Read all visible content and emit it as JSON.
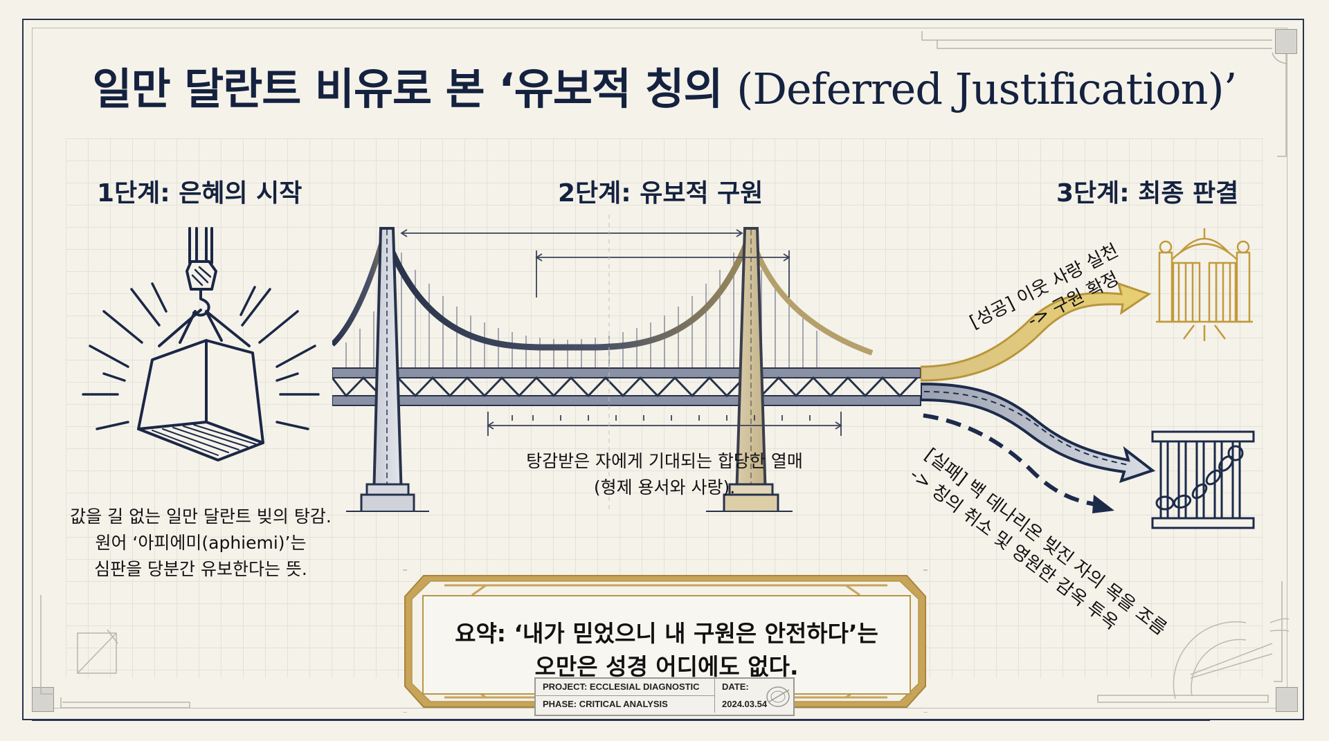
{
  "title": {
    "korean": "일만 달란트 비유로 본 ‘유보적 칭의 ",
    "english": "(Deferred Justification)’"
  },
  "stages": [
    {
      "heading": "1단계: 은혜의 시작",
      "icon": "crane-lifting-block-icon",
      "description": [
        "값을 길 없는 일만 달란트 빚의 탕감.",
        "원어 ‘아피에미(aphiemi)’는",
        "심판을 당분간 유보한다는 뜻."
      ]
    },
    {
      "heading": "2단계: 유보적 구원",
      "icon": "suspension-bridge-icon",
      "description": [
        "탕감받은 자에게 기대되는 합당한 열매",
        "(형제 용서와 사랑)."
      ]
    },
    {
      "heading": "3단계: 최종 판결",
      "outcomes": [
        {
          "label_line1": "[성공] 이웃 사랑 실천",
          "label_line2": "-> 구원 확정",
          "icon": "golden-gate-icon",
          "color": "#c9a64a"
        },
        {
          "label_line1": "[실패] 백 데나리온 빚진 자의 목을 조름",
          "label_line2": "-> 칭의 취소 및 영원한 감옥 투옥",
          "icon": "prison-bars-chain-icon",
          "color": "#1c2b4a"
        }
      ]
    }
  ],
  "summary": {
    "line1": "요약: ‘내가 믿었으니 내 구원은 안전하다’는",
    "line2": "오만은 성경 어디에도 없다."
  },
  "title_block": {
    "project": "PROJECT: ECCLESIAL DIAGNOSTIC",
    "phase": "PHASE: CRITICAL ANALYSIS",
    "date_label": "DATE:",
    "date_value": "2024.03.54"
  },
  "colors": {
    "navy": "#14223f",
    "gold": "#c9a64a",
    "background": "#f5f2ea"
  }
}
